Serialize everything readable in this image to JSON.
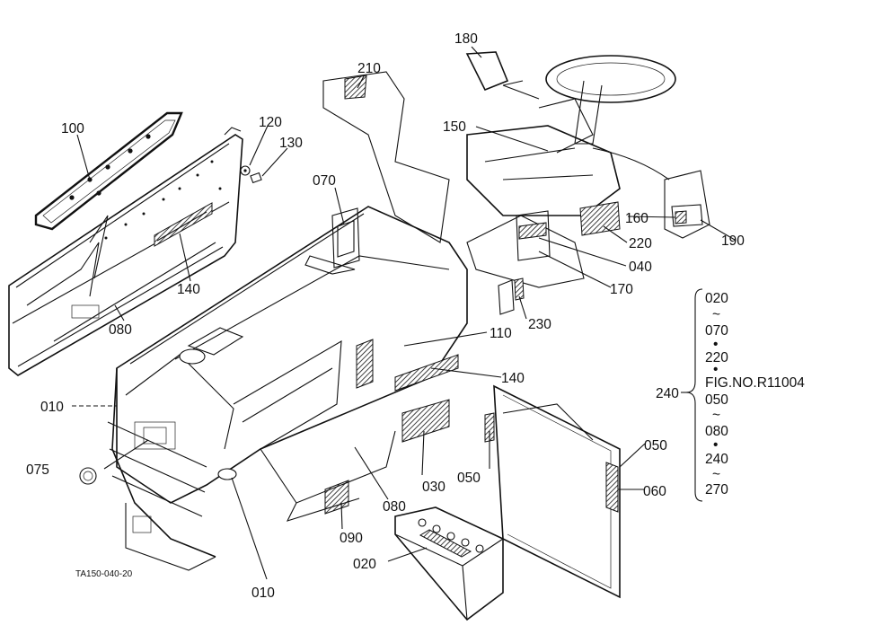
{
  "drawing_code": "TA150-040-20",
  "callouts": {
    "c100": "100",
    "c120": "120",
    "c130": "130",
    "c210": "210",
    "c180": "180",
    "c150": "150",
    "c070": "070",
    "c160": "160",
    "c190": "190",
    "c220": "220",
    "c040": "040",
    "c170": "170",
    "c140a": "140",
    "c080a": "080",
    "c230": "230",
    "c110": "110",
    "c140b": "140",
    "c010a": "010",
    "c075": "075",
    "c030": "030",
    "c050a": "050",
    "c080b": "080",
    "c090": "090",
    "c020": "020",
    "c010b": "010",
    "c050b": "050",
    "c060": "060"
  },
  "legend": {
    "key": "240",
    "entries": [
      "020",
      "070",
      "220",
      "FIG.NO.R11004",
      "050",
      "080",
      "240",
      "270"
    ],
    "range_mark": "~",
    "dot_mark": "•"
  }
}
